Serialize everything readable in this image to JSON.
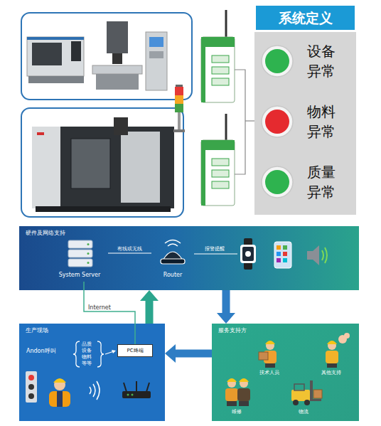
{
  "diagram": {
    "nodes": [
      {
        "text": [
          "系统定义"
        ]
      },
      {
        "text": [
          "设备 异常"
        ],
        "in": 0
      },
      {
        "text": [
          "物料 异常"
        ],
        "in": 0
      },
      {
        "text": [
          "质量 异常"
        ],
        "in": 0
      },
      {
        "text": [
          "硬件及网络支持"
        ]
      },
      {
        "text": [
          "System Server"
        ],
        "in": 4
      },
      {
        "text": [
          "Router"
        ],
        "in": 4
      },
      {
        "text": [
          "生产现场"
        ]
      },
      {
        "text": [
          "PC终端"
        ],
        "in": 7
      },
      {
        "text": [
          "服务支持方"
        ]
      }
    ],
    "edges": [
      {
        "from": 5,
        "to": 6,
        "label": "有线或无线",
        "arrow": "none"
      },
      {
        "from": 5,
        "to": 8,
        "label": "Internet",
        "arrow": "none"
      },
      {
        "from": 7,
        "to": 4,
        "arrow": "to"
      },
      {
        "from": 4,
        "to": 9,
        "arrow": "to"
      },
      {
        "from": 9,
        "to": 7,
        "arrow": "to"
      }
    ],
    "labels": [
      "报警提醒",
      "Andon呼叫",
      "品质 设备 物料 等等",
      "技术人员",
      "其他支持",
      "维修",
      "物流"
    ]
  }
}
